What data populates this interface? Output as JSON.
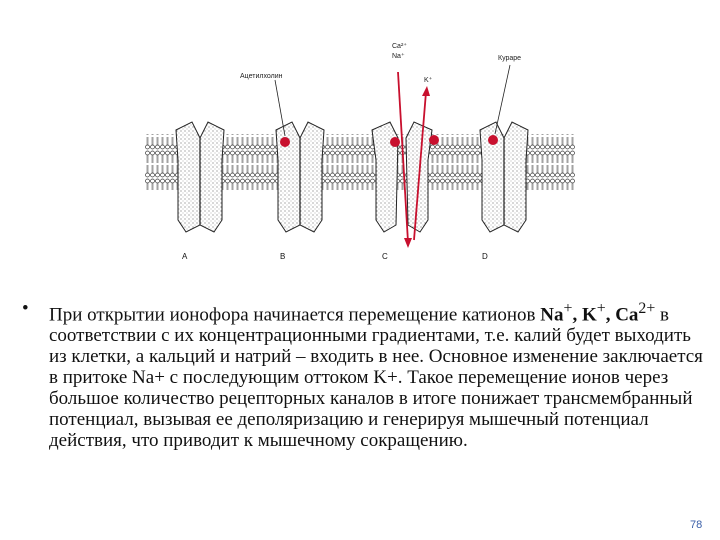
{
  "figure": {
    "labels": {
      "acetylcholine": "Ацетилхолин",
      "ions_top": "Ca²⁺",
      "ions_bottom": "Na⁺",
      "potassium": "K⁺",
      "enzyme": "Кураре"
    },
    "panels": [
      "A",
      "B",
      "C",
      "D"
    ],
    "colors": {
      "ion_arrow": "#c8102e",
      "agonist_dot": "#c8102e"
    }
  },
  "body": {
    "bullet": "•",
    "text_parts": [
      "При открытии ионофора начинается перемещение катионов ",
      "Na",
      "+",
      ", K",
      "+",
      ", Ca",
      "2+",
      " в соответствии с их концентрационными градиентами, т.е. калий будет выходить из клетки, а кальций и натрий – входить в нее. Основное изменение заключается в притоке Na+ с последующим оттоком K+. Такое перемещение ионов через большое количество рецепторных каналов в итоге понижает трансмембранный потенциал, вызывая ее деполяризацию и генерируя мышечный потенциал действия, что приводит к мышечному сокращению."
    ]
  },
  "page_number": "78"
}
